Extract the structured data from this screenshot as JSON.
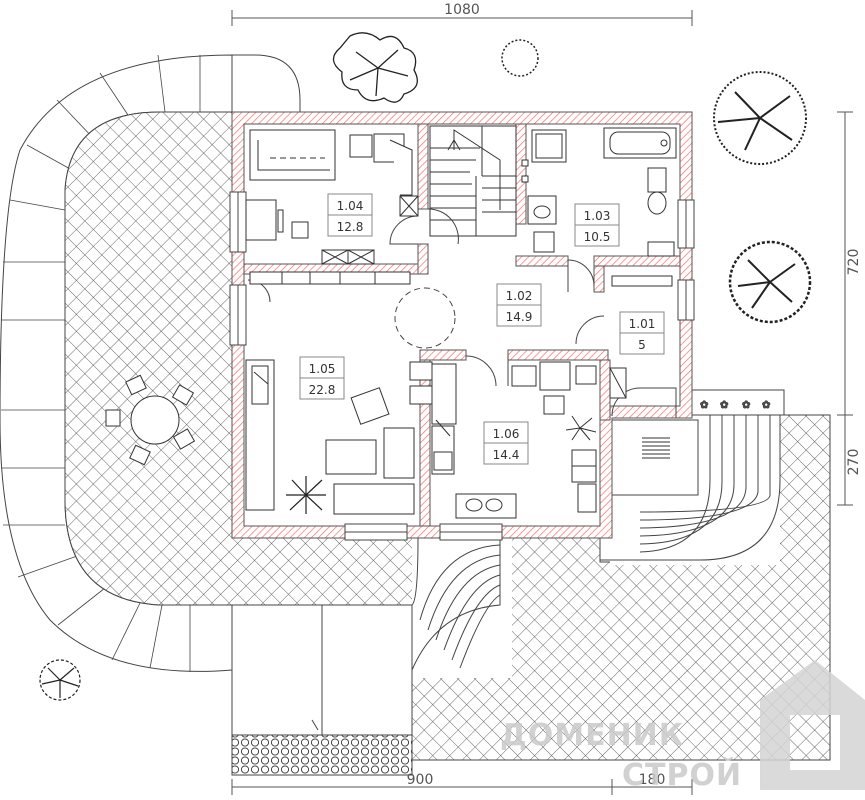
{
  "dimensions": {
    "top_width": "1080",
    "bottom_left": "900",
    "bottom_right": "180",
    "right_upper": "720",
    "right_lower": "270"
  },
  "rooms": [
    {
      "id": "1.04",
      "area": "12.8"
    },
    {
      "id": "1.03",
      "area": "10.5"
    },
    {
      "id": "1.02",
      "area": "14.9"
    },
    {
      "id": "1.01",
      "area": "5"
    },
    {
      "id": "1.05",
      "area": "22.8"
    },
    {
      "id": "1.06",
      "area": "14.4"
    }
  ],
  "watermark": {
    "line1": "ДОМЕНИК",
    "line2": "СТРОЙ"
  },
  "colors": {
    "wall_hatch": "#ff6b6b",
    "wall_outline": "#555555",
    "line": "#444444",
    "watermark": "#c9c9c9"
  }
}
